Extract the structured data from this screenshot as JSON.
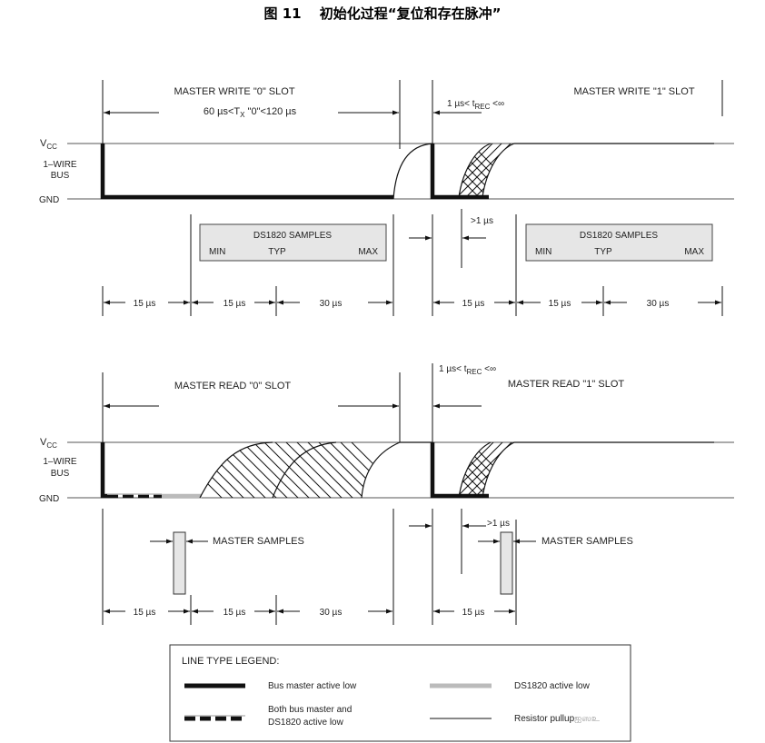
{
  "figure": {
    "title": "图 11　 初始化过程“复位和存在脉冲”"
  },
  "write_section": {
    "write0_title": "MASTER WRITE \"0\" SLOT",
    "write0_timing": "60 µs<T",
    "write0_timing_sub": "X",
    "write0_timing_tail": " \"0\"<120 µs",
    "write1_title": "MASTER WRITE \"1\" SLOT",
    "trec_prefix": "1 µs< t",
    "trec_sub": "REC",
    "trec_suffix": " <∞",
    "vcc_main": "V",
    "vcc_sub": "CC",
    "bus_line1": "1–WIRE",
    "bus_line2": "BUS",
    "gnd": "GND",
    "gt1us": ">1 µs",
    "samples_box_left": {
      "title": "DS1820 SAMPLES",
      "min": "MIN",
      "typ": "TYP",
      "max": "MAX"
    },
    "samples_box_right": {
      "title": "DS1820 SAMPLES",
      "min": "MIN",
      "typ": "TYP",
      "max": "MAX"
    },
    "dims": [
      "15 µs",
      "15 µs",
      "30 µs",
      "15 µs",
      "15 µs",
      "30 µs"
    ]
  },
  "read_section": {
    "read0_title": "MASTER READ \"0\" SLOT",
    "read1_title": "MASTER READ \"1\" SLOT",
    "trec_prefix": "1 µs< t",
    "trec_sub": "REC",
    "trec_suffix": " <∞",
    "vcc_main": "V",
    "vcc_sub": "CC",
    "bus_line1": "1–WIRE",
    "bus_line2": "BUS",
    "gnd": "GND",
    "gt1us": ">1 µs",
    "master_samples_left": "MASTER SAMPLES",
    "master_samples_right": "MASTER SAMPLES",
    "dims": [
      "15 µs",
      "15 µs",
      "30 µs",
      "15 µs"
    ]
  },
  "legend": {
    "heading": "LINE TYPE LEGEND:",
    "master_low": "Bus master active low",
    "both_line1": "Both bus master and",
    "both_line2": "DS1820 active low",
    "ds_low": "DS1820 active low",
    "pullup": "Resistor pullup",
    "watermark": "ஐஸஉ"
  },
  "colors": {
    "line": "#111111",
    "thin": "#555555",
    "grey_wave": "#bbbbbb",
    "box_fill": "#e6e6e6"
  }
}
